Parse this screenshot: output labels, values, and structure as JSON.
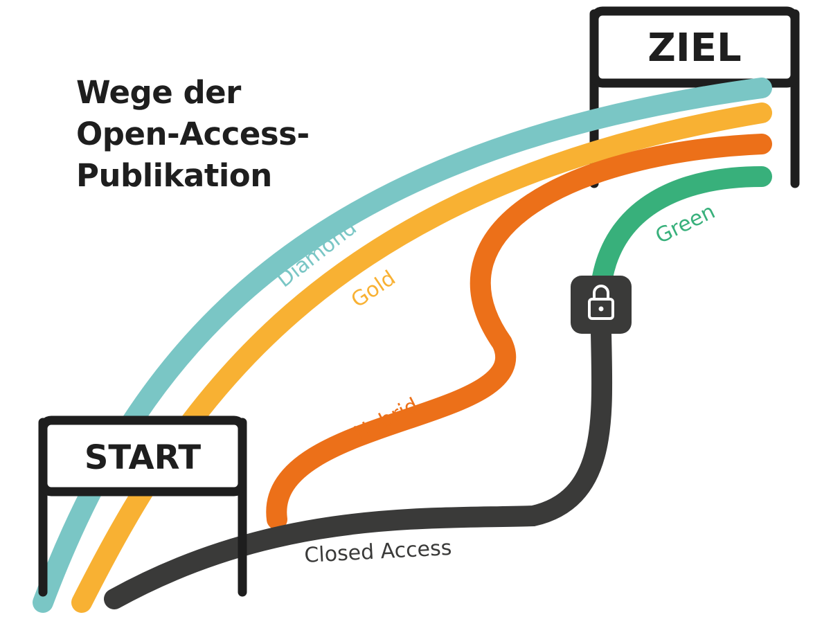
{
  "title": {
    "line1": "Wege der",
    "line2": "Open-Access-",
    "line3": "Publikation"
  },
  "signs": {
    "start": "START",
    "finish": "ZIEL"
  },
  "routes": {
    "diamond": {
      "label": "Diamond",
      "color": "#7ac6c5"
    },
    "gold": {
      "label": "Gold",
      "color": "#f8b133"
    },
    "hybrid": {
      "label": "Hybrid",
      "color": "#ec7019"
    },
    "green": {
      "label": "Green",
      "color": "#38b07b"
    },
    "closed": {
      "label": "Closed Access",
      "color": "#3a3a39"
    }
  },
  "icons": {
    "barrier": "lock-icon"
  },
  "colors": {
    "sign_frame": "#1e1e1e",
    "lock_box": "#3a3a39",
    "text": "#1e1e1e"
  }
}
